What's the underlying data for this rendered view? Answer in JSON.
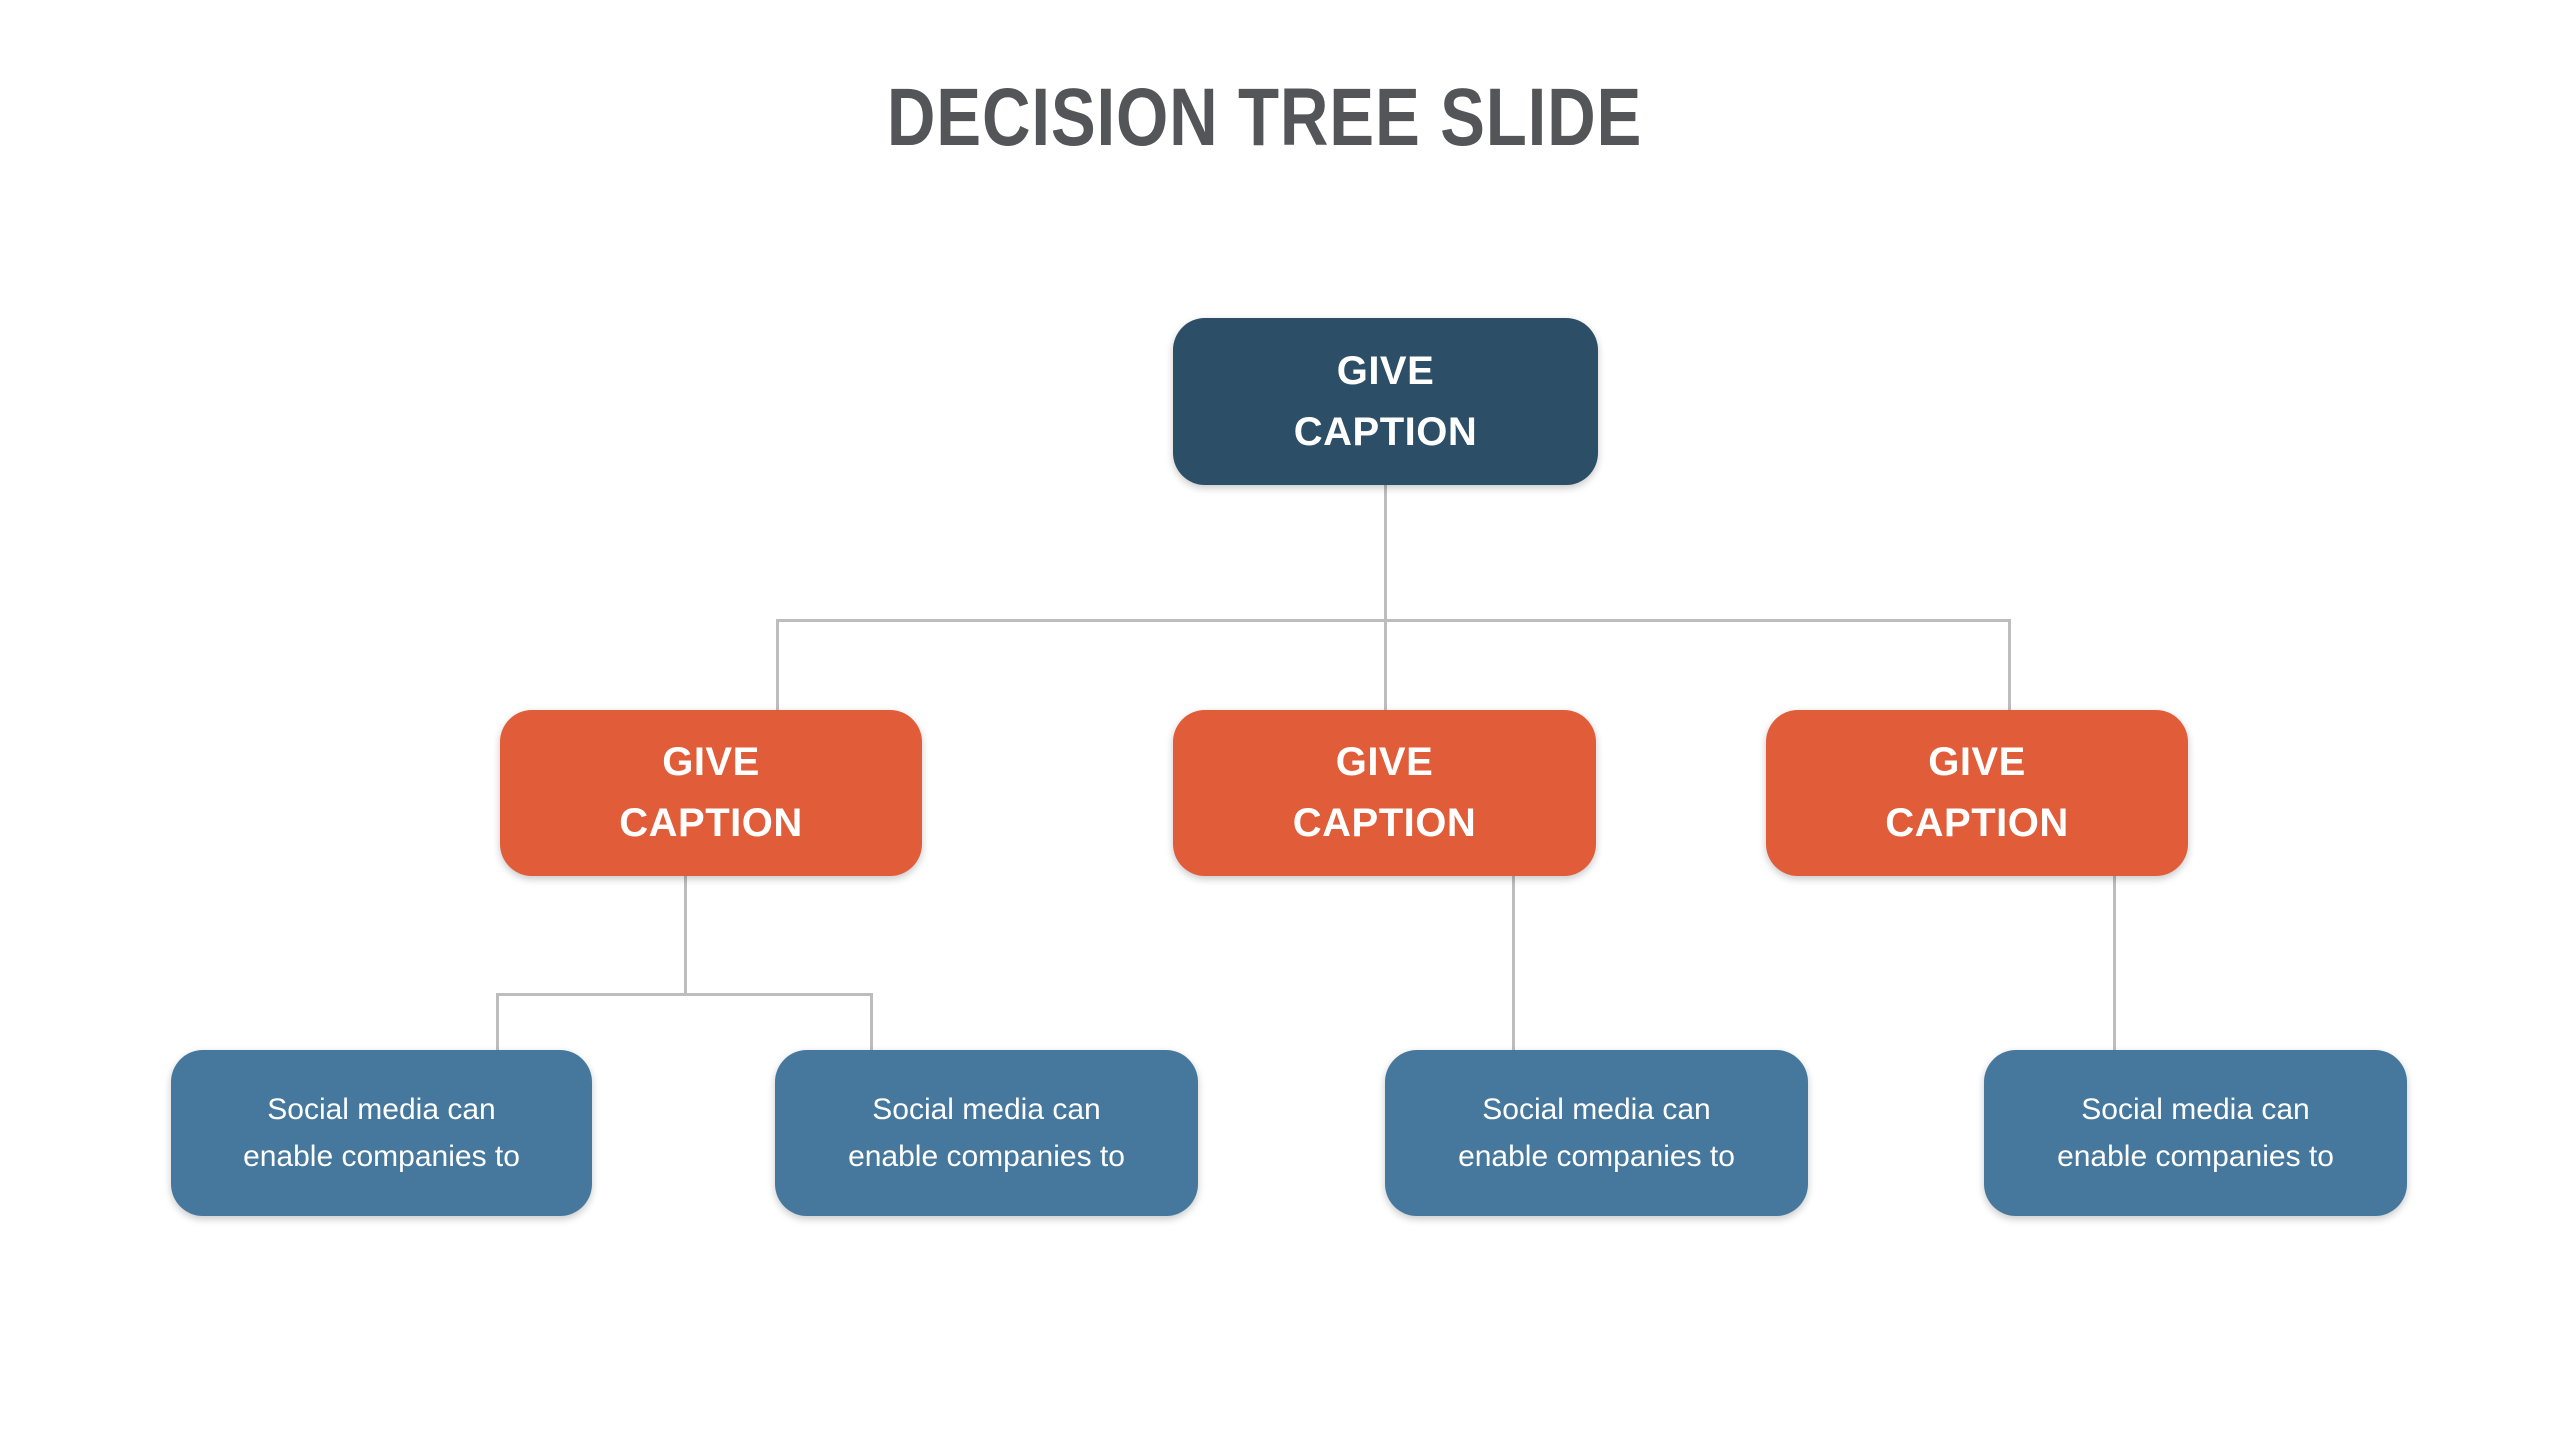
{
  "slide": {
    "title": "DECISION TREE SLIDE"
  },
  "palette": {
    "slide_bg": "#FFFFFF",
    "title_text": "#545559",
    "root_box": "#2C4E67",
    "branch_box": "#E15C38",
    "leaf_box": "#46789E",
    "box_text": "#FFFFFF",
    "connector": "#BDBDBD"
  },
  "tree": {
    "root": {
      "label_lines": [
        "GIVE",
        "CAPTION"
      ]
    },
    "branches": [
      {
        "label_lines": [
          "GIVE",
          "CAPTION"
        ]
      },
      {
        "label_lines": [
          "GIVE",
          "CAPTION"
        ]
      },
      {
        "label_lines": [
          "GIVE",
          "CAPTION"
        ]
      }
    ],
    "leaves": [
      {
        "label_lines": [
          "Social media can",
          "enable companies to"
        ]
      },
      {
        "label_lines": [
          "Social media can",
          "enable companies to"
        ]
      },
      {
        "label_lines": [
          "Social media can",
          "enable companies to"
        ]
      },
      {
        "label_lines": [
          "Social media can",
          "enable companies to"
        ]
      }
    ]
  }
}
